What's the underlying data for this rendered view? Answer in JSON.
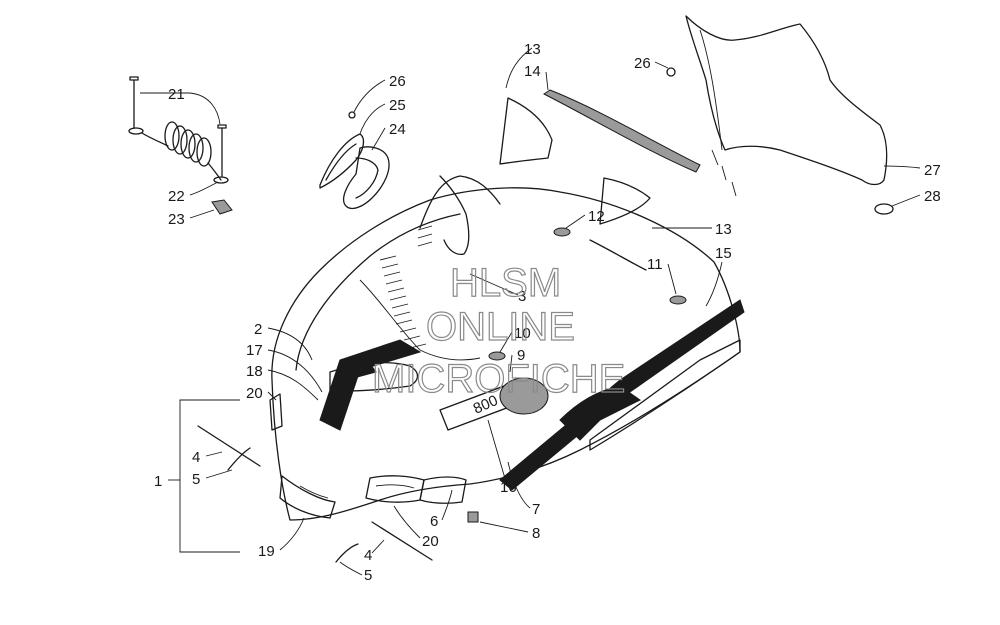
{
  "diagram": {
    "title": "",
    "watermark": [
      "HLSM",
      "ONLINE",
      "MICROFICHE"
    ],
    "callouts": [
      {
        "id": "c21",
        "label": "21"
      },
      {
        "id": "c22",
        "label": "22"
      },
      {
        "id": "c23",
        "label": "23"
      },
      {
        "id": "c26a",
        "label": "26"
      },
      {
        "id": "c25",
        "label": "25"
      },
      {
        "id": "c24",
        "label": "24"
      },
      {
        "id": "c13a",
        "label": "13"
      },
      {
        "id": "c14",
        "label": "14"
      },
      {
        "id": "c26b",
        "label": "26"
      },
      {
        "id": "c27",
        "label": "27"
      },
      {
        "id": "c28",
        "label": "28"
      },
      {
        "id": "c12",
        "label": "12"
      },
      {
        "id": "c13b",
        "label": "13"
      },
      {
        "id": "c15",
        "label": "15"
      },
      {
        "id": "c11",
        "label": "11"
      },
      {
        "id": "c3",
        "label": "3"
      },
      {
        "id": "c2",
        "label": "2"
      },
      {
        "id": "c17",
        "label": "17"
      },
      {
        "id": "c18",
        "label": "18"
      },
      {
        "id": "c20a",
        "label": "20"
      },
      {
        "id": "c10",
        "label": "10"
      },
      {
        "id": "c9",
        "label": "9"
      },
      {
        "id": "c1",
        "label": "1"
      },
      {
        "id": "c4a",
        "label": "4"
      },
      {
        "id": "c5a",
        "label": "5"
      },
      {
        "id": "c16",
        "label": "16"
      },
      {
        "id": "c7",
        "label": "7"
      },
      {
        "id": "c6",
        "label": "6"
      },
      {
        "id": "c8",
        "label": "8"
      },
      {
        "id": "c19",
        "label": "19"
      },
      {
        "id": "c20b",
        "label": "20"
      },
      {
        "id": "c4b",
        "label": "4"
      },
      {
        "id": "c5b",
        "label": "5"
      }
    ],
    "decal_text": [
      "800"
    ]
  }
}
